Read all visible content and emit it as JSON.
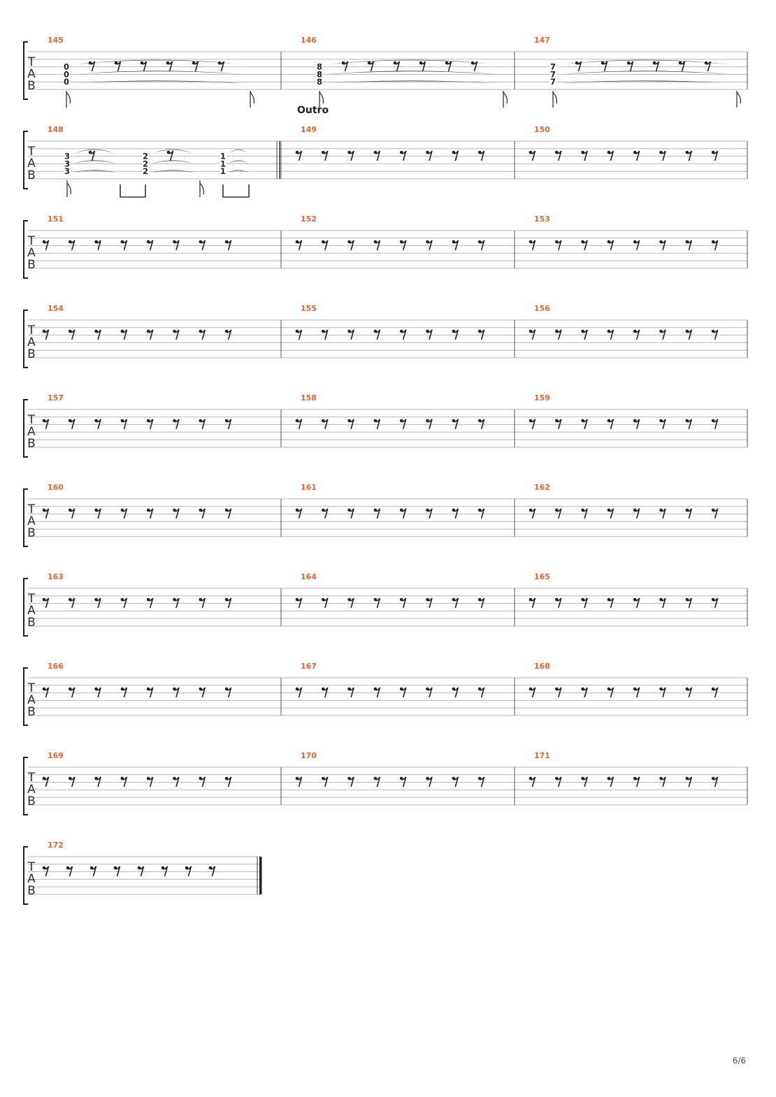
{
  "page": {
    "number": "6/6"
  },
  "colors": {
    "measure_number": "#e8632e",
    "staff_line": "#b5b5b5",
    "ink": "#222222"
  },
  "tab_clef": [
    "T",
    "A",
    "B"
  ],
  "section_label": "Outro",
  "systems": [
    {
      "measures": [
        {
          "number": "145",
          "content": "chord-tie",
          "frets": [
            "0",
            "0",
            "0"
          ]
        },
        {
          "number": "146",
          "content": "chord-tie",
          "frets": [
            "8",
            "8",
            "8"
          ]
        },
        {
          "number": "147",
          "content": "chord-tie",
          "frets": [
            "7",
            "7",
            "7"
          ]
        }
      ]
    },
    {
      "section": "Outro",
      "measures": [
        {
          "number": "148",
          "content": "chord-sequence",
          "chords": [
            [
              "3",
              "3",
              "3"
            ],
            [
              "2",
              "2",
              "2"
            ],
            [
              "1",
              "1",
              "1"
            ]
          ]
        },
        {
          "number": "149",
          "content": "rests"
        },
        {
          "number": "150",
          "content": "rests"
        }
      ]
    },
    {
      "measures": [
        {
          "number": "151",
          "content": "rests"
        },
        {
          "number": "152",
          "content": "rests"
        },
        {
          "number": "153",
          "content": "rests"
        }
      ]
    },
    {
      "measures": [
        {
          "number": "154",
          "content": "rests"
        },
        {
          "number": "155",
          "content": "rests"
        },
        {
          "number": "156",
          "content": "rests"
        }
      ]
    },
    {
      "measures": [
        {
          "number": "157",
          "content": "rests"
        },
        {
          "number": "158",
          "content": "rests"
        },
        {
          "number": "159",
          "content": "rests"
        }
      ]
    },
    {
      "measures": [
        {
          "number": "160",
          "content": "rests"
        },
        {
          "number": "161",
          "content": "rests"
        },
        {
          "number": "162",
          "content": "rests"
        }
      ]
    },
    {
      "measures": [
        {
          "number": "163",
          "content": "rests"
        },
        {
          "number": "164",
          "content": "rests"
        },
        {
          "number": "165",
          "content": "rests"
        }
      ]
    },
    {
      "measures": [
        {
          "number": "166",
          "content": "rests"
        },
        {
          "number": "167",
          "content": "rests"
        },
        {
          "number": "168",
          "content": "rests"
        }
      ]
    },
    {
      "measures": [
        {
          "number": "169",
          "content": "rests"
        },
        {
          "number": "170",
          "content": "rests"
        },
        {
          "number": "171",
          "content": "rests"
        }
      ]
    },
    {
      "measures": [
        {
          "number": "172",
          "content": "rests",
          "final": true
        }
      ]
    }
  ]
}
